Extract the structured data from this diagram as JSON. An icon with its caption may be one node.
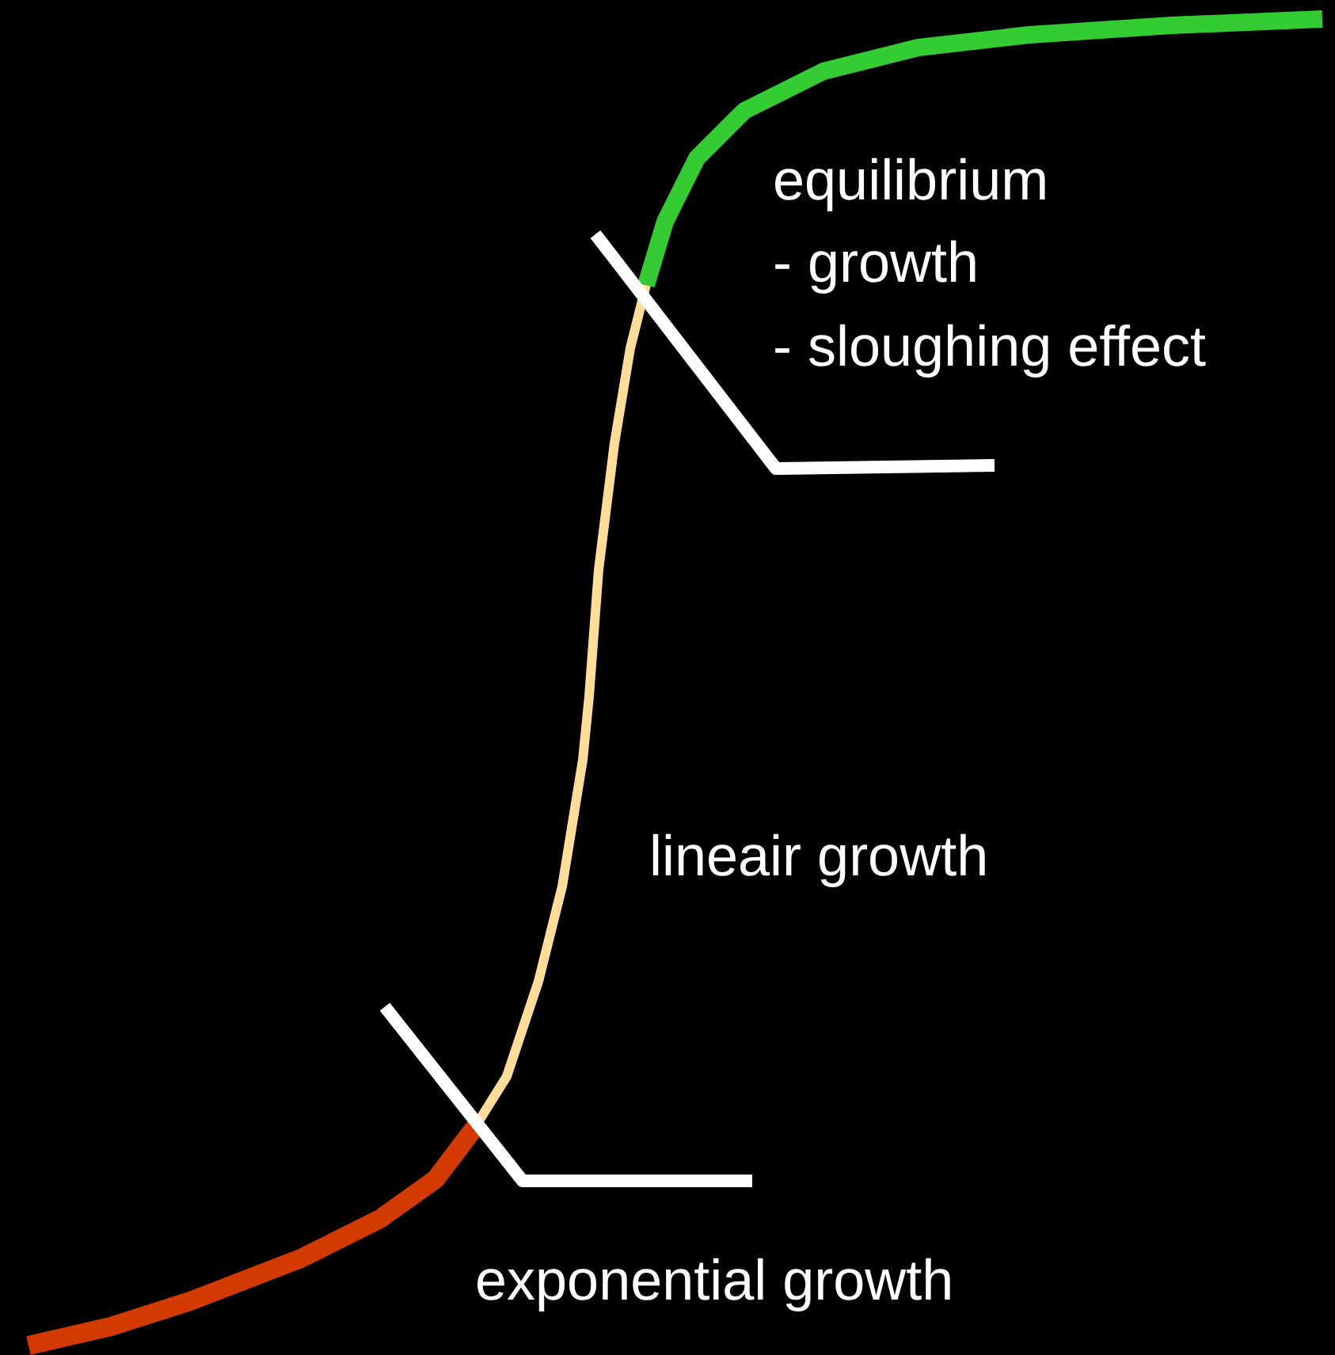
{
  "diagram": {
    "labels": [
      "equilibrium",
      "- growth",
      "- sloughing effect",
      "lineair growth",
      "exponential growth"
    ]
  }
}
